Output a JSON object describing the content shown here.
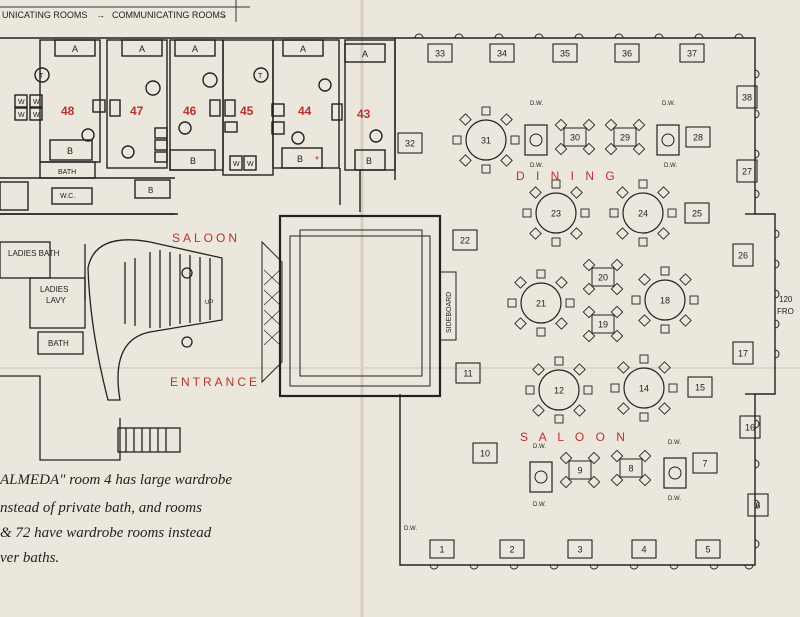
{
  "header": {
    "left": "UNICATING ROOMS",
    "right": "COMMUNICATING ROOMS"
  },
  "cabins": [
    {
      "number": "48",
      "bath": "B",
      "wardrobe": "A"
    },
    {
      "number": "47",
      "bath": "B",
      "wardrobe": "A"
    },
    {
      "number": "46",
      "bath": "B",
      "wardrobe": "A"
    },
    {
      "number": "45",
      "bath": "",
      "wardrobe": ""
    },
    {
      "number": "44",
      "bath": "B",
      "wardrobe": "A"
    },
    {
      "number": "43",
      "bath": "B",
      "wardrobe": "A"
    }
  ],
  "cabin_marks": {
    "toilet": "T",
    "wash": "W",
    "wc": "W.C.",
    "bath": "BATH",
    "b": "B"
  },
  "rooms": {
    "ladies_bath": "LADIES BATH",
    "ladies_lavy_1": "LADIES",
    "ladies_lavy_2": "LAVY",
    "bath": "BATH",
    "up": "UP",
    "sideboard": "SIDEBOARD"
  },
  "saloon_top": "SALOON",
  "entrance": "ENTRANCE",
  "dining": "D I N I N G",
  "saloon_bottom": "S A L O O N",
  "dumbwaiter": "D.W.",
  "tables": {
    "top_row": [
      "33",
      "34",
      "35",
      "36",
      "37"
    ],
    "right_column": [
      "38",
      "27",
      "26",
      "17",
      "16",
      "6"
    ],
    "bottom_row": [
      "1",
      "2",
      "3",
      "4",
      "5"
    ],
    "round": [
      "31",
      "23",
      "24",
      "21",
      "18",
      "12",
      "14"
    ],
    "square": [
      "30",
      "29",
      "28",
      "25",
      "22",
      "20",
      "19",
      "11",
      "15",
      "10",
      "9",
      "8",
      "7",
      "32"
    ]
  },
  "edge_note_1": "120",
  "edge_note_2": "FRO",
  "note": {
    "line1": "ALMEDA\" room 4 has large wardrobe",
    "line2": "nstead of private bath, and rooms",
    "line3": "& 72 have wardrobe rooms instead",
    "line4": "ver baths."
  }
}
